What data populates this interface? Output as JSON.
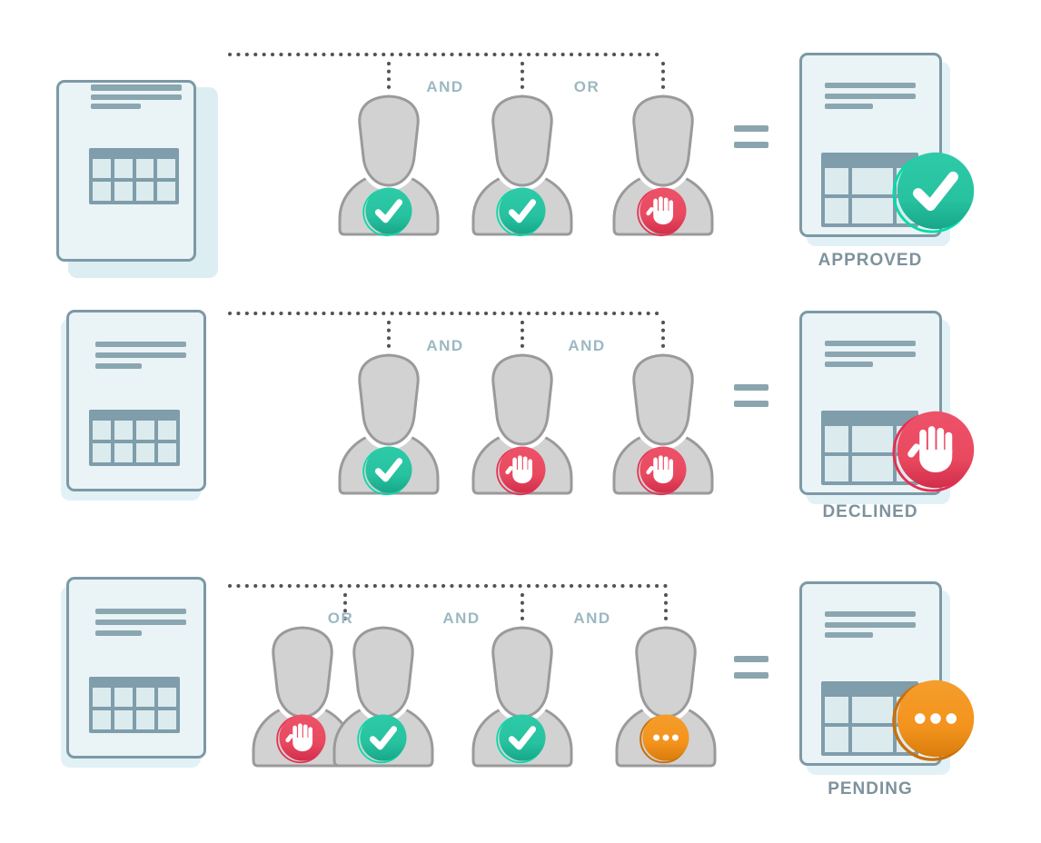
{
  "rows": [
    {
      "name": "approved-scenario",
      "operators": [
        "AND",
        "OR"
      ],
      "approver_statuses": [
        "approved",
        "approved",
        "declined"
      ],
      "result_label": "APPROVED",
      "result_status": "approved"
    },
    {
      "name": "declined-scenario",
      "operators": [
        "AND",
        "AND"
      ],
      "approver_statuses": [
        "approved",
        "declined",
        "declined"
      ],
      "result_label": "DECLINED",
      "result_status": "declined"
    },
    {
      "name": "pending-scenario",
      "operators": [
        "OR",
        "AND",
        "AND"
      ],
      "approver_statuses": [
        "declined",
        "approved",
        "approved",
        "pending"
      ],
      "approver_grouping": "first two approvers overlap as an OR pair",
      "result_label": "PENDING",
      "result_status": "pending"
    }
  ],
  "status_colors": {
    "approved": "#2bc7a4",
    "declined": "#eb4b61",
    "pending": "#f3931d"
  },
  "palette": {
    "background": "#ffffff",
    "document_fill": "#eaf3f5",
    "document_border": "#7c99a6",
    "document_detail": "#8aa6b1",
    "table_header": "#7f9dab",
    "table_cell": "#dcebee",
    "person_fill": "#d2d2d2",
    "person_outline": "#9a9a9a",
    "operator_label": "#9cb8c2",
    "result_label": "#7e929d",
    "dotted_line": "#4f5458",
    "equals_sign": "#8ba5af"
  },
  "icons": {
    "approved": "check-icon",
    "declined": "stop-hand-icon",
    "pending": "ellipsis-icon",
    "person": "person-icon",
    "equals": "equals-icon"
  }
}
